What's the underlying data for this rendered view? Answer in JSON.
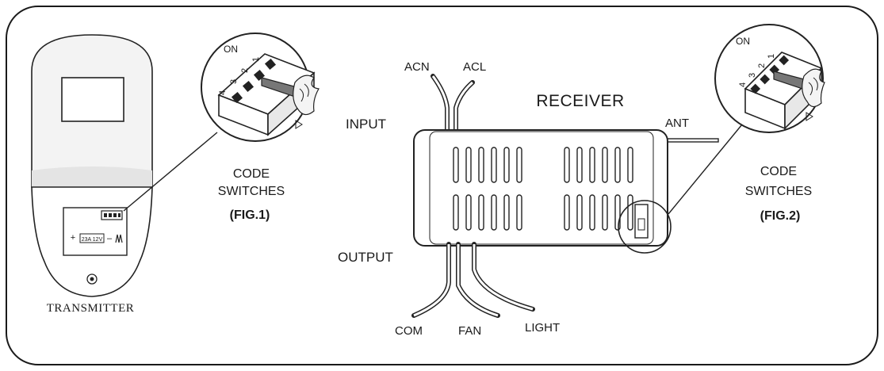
{
  "transmitter": {
    "label": "TRANSMITTER",
    "battery_label": "23A 12V",
    "battery_plus": "+",
    "battery_minus": "–"
  },
  "fig1": {
    "on_label": "ON",
    "switch_numbers": [
      "1",
      "2",
      "3",
      "4"
    ],
    "code_line1": "CODE",
    "code_line2": "SWITCHES",
    "fig_label": "(FIG.1)"
  },
  "receiver": {
    "title": "RECEIVER",
    "input_label": "INPUT",
    "output_label": "OUTPUT",
    "antenna_label": "ANT",
    "input_wires": [
      "ACN",
      "ACL"
    ],
    "output_wires": [
      "COM",
      "FAN",
      "LIGHT"
    ]
  },
  "fig2": {
    "on_label": "ON",
    "switch_numbers": [
      "1",
      "2",
      "3",
      "4"
    ],
    "code_line1": "CODE",
    "code_line2": "SWITCHES",
    "fig_label": "(FIG.2)"
  }
}
